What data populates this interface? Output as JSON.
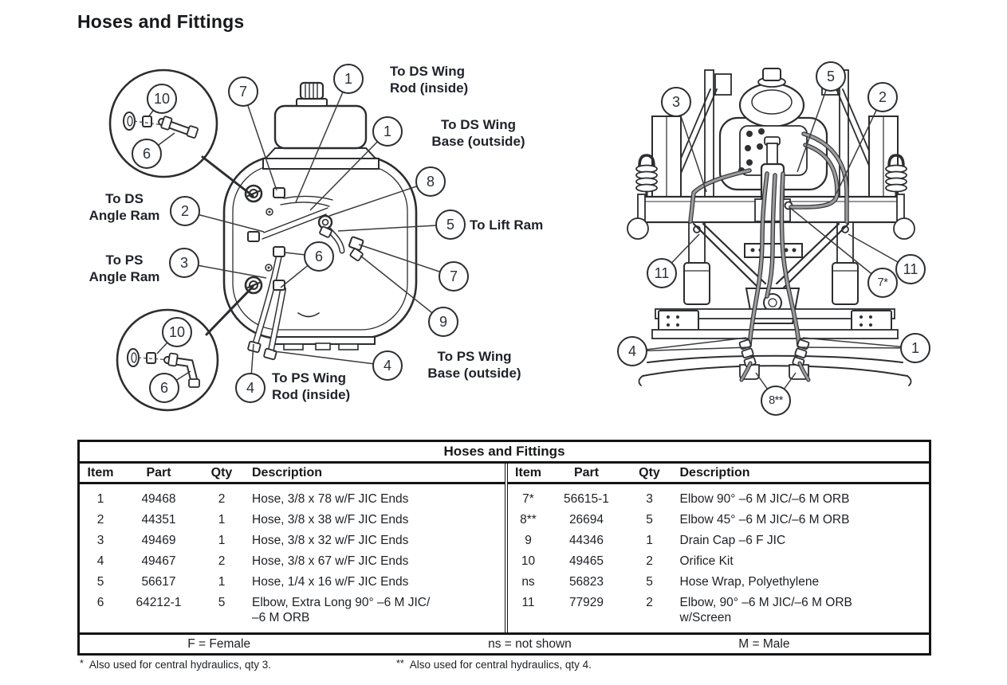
{
  "page": {
    "title": "Hoses and Fittings"
  },
  "pump_diagram": {
    "labels": {
      "ds_wing_rod": "To DS Wing\nRod (inside)",
      "ds_wing_base": "To DS Wing\nBase (outside)",
      "ds_angle_ram": "To DS\nAngle Ram",
      "ps_angle_ram": "To PS\nAngle Ram",
      "lift_ram": "To Lift Ram",
      "ps_wing_rod": "To PS Wing\nRod (inside)",
      "ps_wing_base": "To PS Wing\nBase (outside)"
    },
    "callouts": [
      "10",
      "6",
      "7",
      "1",
      "1",
      "8",
      "2",
      "5",
      "3",
      "6",
      "7",
      "9",
      "10",
      "6",
      "4",
      "4"
    ]
  },
  "frame_diagram": {
    "callouts": [
      "3",
      "5",
      "2",
      "11",
      "7*",
      "11",
      "4",
      "1",
      "8**"
    ]
  },
  "table": {
    "title": "Hoses and Fittings",
    "columns": [
      "Item",
      "Part",
      "Qty",
      "Description"
    ],
    "left_rows": [
      [
        "1",
        "49468",
        "2",
        "Hose, 3/8 x 78 w/F JIC Ends"
      ],
      [
        "2",
        "44351",
        "1",
        "Hose, 3/8 x 38 w/F JIC Ends"
      ],
      [
        "3",
        "49469",
        "1",
        "Hose, 3/8 x 32 w/F JIC Ends"
      ],
      [
        "4",
        "49467",
        "2",
        "Hose, 3/8 x 67 w/F JIC Ends"
      ],
      [
        "5",
        "56617",
        "1",
        "Hose, 1/4 x 16 w/F JIC Ends"
      ],
      [
        "6",
        "64212-1",
        "5",
        "Elbow, Extra Long 90° –6 M JIC/\n–6 M ORB"
      ]
    ],
    "right_rows": [
      [
        "7*",
        "56615-1",
        "3",
        "Elbow 90° –6 M JIC/–6 M ORB"
      ],
      [
        "8**",
        "26694",
        "5",
        "Elbow 45° –6 M JIC/–6 M ORB"
      ],
      [
        "9",
        "44346",
        "1",
        "Drain Cap –6 F JIC"
      ],
      [
        "10",
        "49465",
        "2",
        "Orifice Kit"
      ],
      [
        "ns",
        "56823",
        "5",
        "Hose Wrap, Polyethylene"
      ],
      [
        "11",
        "77929",
        "2",
        "Elbow, 90° –6 M JIC/–6 M ORB\nw/Screen"
      ]
    ],
    "legend": {
      "female": "F = Female",
      "ns": "ns = not shown",
      "male": "M = Male"
    },
    "footnotes": {
      "first_marker": "*",
      "first_text": "Also used for central hydraulics, qty 3.",
      "second_marker": "**",
      "second_text": "Also used for central hydraulics, qty 4."
    }
  }
}
